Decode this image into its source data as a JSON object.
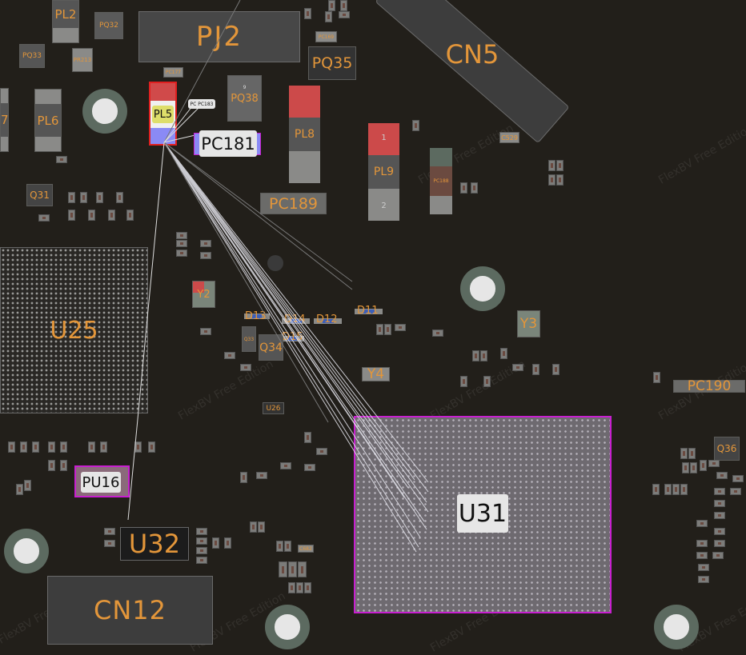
{
  "app": {
    "watermark": "FlexBV Free Edition"
  },
  "components": {
    "PL2": "PL2",
    "PJ2": "PJ2",
    "PQ32": "PQ32",
    "PQ33": "PQ33",
    "PR213": "PR213",
    "PL6": "PL6",
    "PL7_partial": "7",
    "PL5": "PL5",
    "PC183": "PC PC183",
    "PC181": "PC181",
    "PQ38": "PQ38",
    "PC177": "PC177",
    "PC169": "PC169",
    "PQ35": "PQ35",
    "CN5": "CN5",
    "PL8": "PL8",
    "PL9": "PL9",
    "PC188": "PC188",
    "C529": "C529",
    "PC189": "PC189",
    "Q31": "Q31",
    "U25": "U25",
    "Y2": "Y2",
    "D13": "D13",
    "D14": "D14",
    "D12": "D12",
    "D11": "D11",
    "D15": "D15",
    "Q33": "Q33",
    "Q34": "Q34",
    "Y4": "Y4",
    "Y3": "Y3",
    "PC190": "PC190",
    "U26": "U26",
    "U31": "U31",
    "PU16": "PU16",
    "U32": "U32",
    "CN12": "CN12",
    "Q36": "Q36",
    "C682": "C682"
  },
  "pins": {
    "pin1": "1",
    "pin2": "2",
    "pin9": "9"
  },
  "colors": {
    "accent_label": "#e3963a",
    "highlight_net": "#c81fd0",
    "pin1": "#d04a4a",
    "pin2_selected": "#8a8af5"
  }
}
